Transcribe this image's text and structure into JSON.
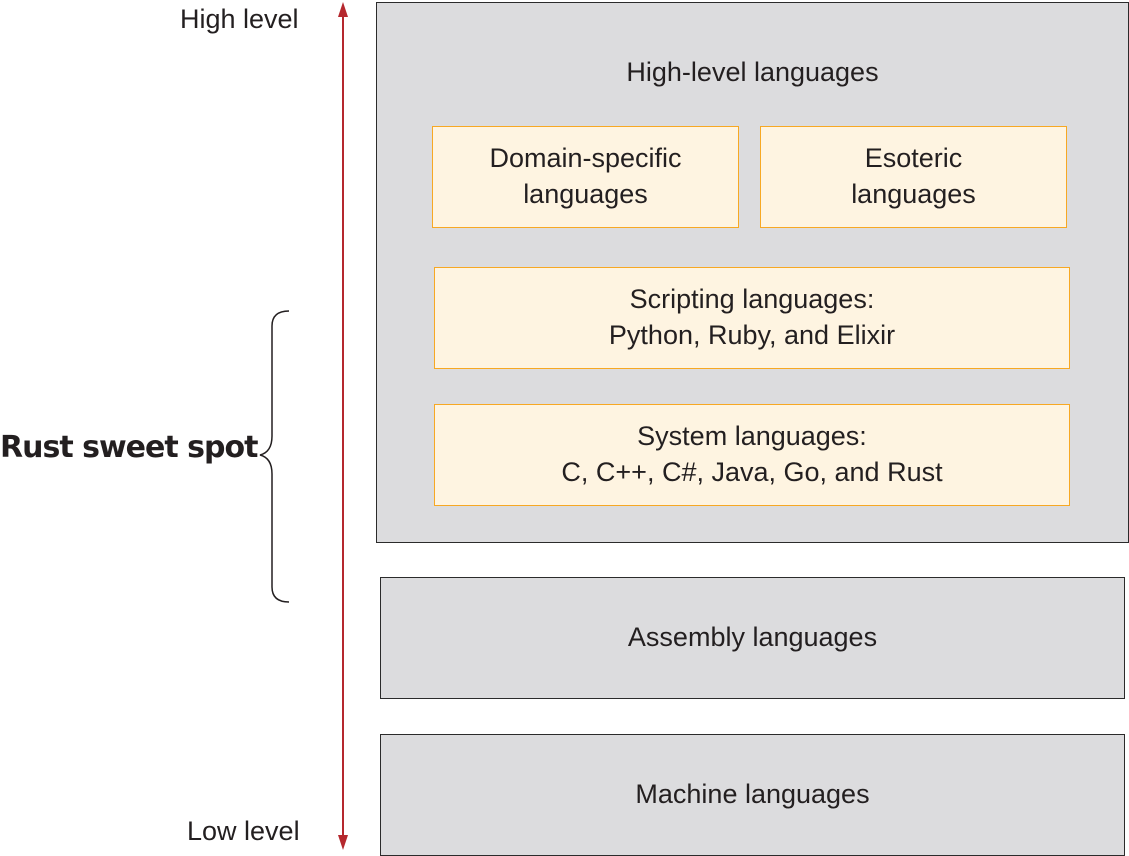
{
  "axis": {
    "high_label": "High level",
    "low_label": "Low level",
    "arrow_color": "#b5282e"
  },
  "sweet_spot": {
    "label": "Rust sweet spot"
  },
  "layers": {
    "high_level": {
      "title": "High-level languages",
      "domain_specific": {
        "line1": "Domain-specific",
        "line2": "languages"
      },
      "esoteric": {
        "line1": "Esoteric",
        "line2": "languages"
      },
      "scripting": {
        "line1": "Scripting languages:",
        "line2": "Python, Ruby, and Elixir"
      },
      "system": {
        "line1": "System languages:",
        "line2": "C, C++, C#, Java, Go, and Rust"
      }
    },
    "assembly": {
      "title": "Assembly languages"
    },
    "machine": {
      "title": "Machine languages"
    }
  },
  "colors": {
    "gray_fill": "#dcdcde",
    "orange_fill": "#fef4e1",
    "orange_border": "#f7a823"
  }
}
